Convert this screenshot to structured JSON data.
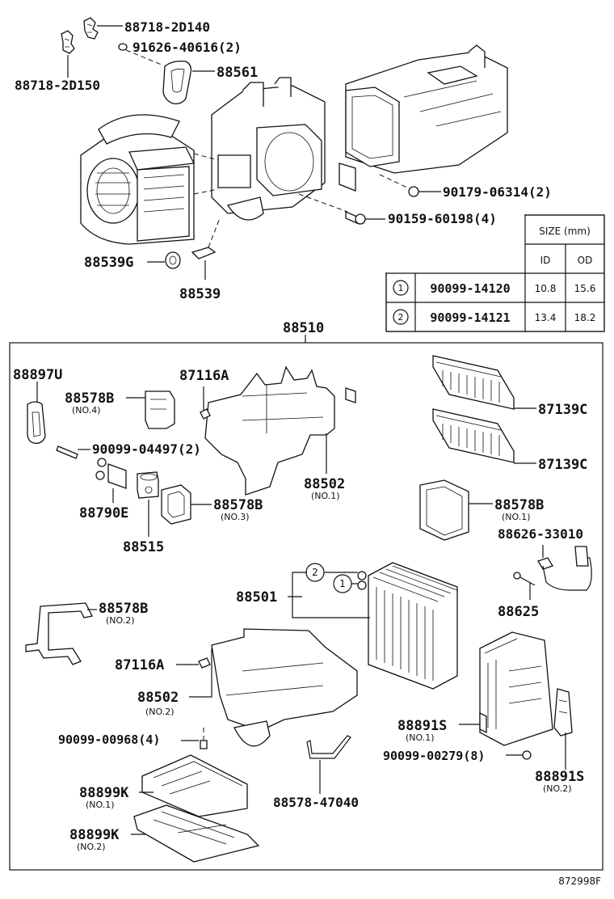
{
  "labels": {
    "p88718_2D140": "88718-2D140",
    "p91626_40616": "91626-40616(2)",
    "p88718_2D150": "88718-2D150",
    "p88561": "88561",
    "p90179_06314": "90179-06314(2)",
    "p90159_60198": "90159-60198(4)",
    "p88539G": "88539G",
    "p88539": "88539",
    "p88510": "88510",
    "p88897U": "88897U",
    "p87116A_top": "87116A",
    "p88578B_no4": "88578B",
    "p88578B_no4_sub": "(NO.4)",
    "p90099_04497": "90099-04497(2)",
    "p88790E": "88790E",
    "p88515": "88515",
    "p88578B_no3": "88578B",
    "p88578B_no3_sub": "(NO.3)",
    "p88502_no1": "88502",
    "p88502_no1_sub": "(NO.1)",
    "p87139C_a": "87139C",
    "p87139C_b": "87139C",
    "p88578B_no1": "88578B",
    "p88578B_no1_sub": "(NO.1)",
    "p88626_33010": "88626-33010",
    "p88625": "88625",
    "p88501": "88501",
    "p88578B_no2": "88578B",
    "p88578B_no2_sub": "(NO.2)",
    "p87116A_bottom": "87116A",
    "p88502_no2": "88502",
    "p88502_no2_sub": "(NO.2)",
    "p90099_00968": "90099-00968(4)",
    "p88891S_no1": "88891S",
    "p88891S_no1_sub": "(NO.1)",
    "p90099_00279": "90099-00279(8)",
    "p88891S_no2": "88891S",
    "p88891S_no2_sub": "(NO.2)",
    "p88899K_no1": "88899K",
    "p88899K_no1_sub": "(NO.1)",
    "p88899K_no2": "88899K",
    "p88899K_no2_sub": "(NO.2)",
    "p88578_47040": "88578-47040",
    "callout1": "1",
    "callout2": "2",
    "figure_code": "872998F"
  },
  "size_table": {
    "header": "SIZE (mm)",
    "col_id": "ID",
    "col_od": "OD",
    "rows": [
      {
        "no": "1",
        "part": "90099-14120",
        "id": "10.8",
        "od": "15.6"
      },
      {
        "no": "2",
        "part": "90099-14121",
        "id": "13.4",
        "od": "18.2"
      }
    ]
  }
}
